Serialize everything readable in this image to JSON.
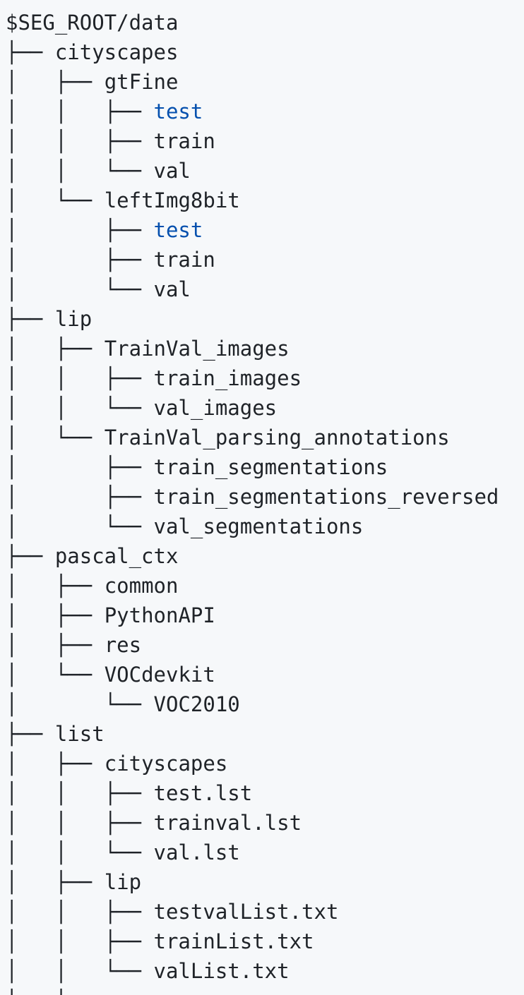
{
  "lines": [
    {
      "prefix": "",
      "name": "$SEG_ROOT/data",
      "highlight": false
    },
    {
      "prefix": "├── ",
      "name": "cityscapes",
      "highlight": false
    },
    {
      "prefix": "│   ├── ",
      "name": "gtFine",
      "highlight": false
    },
    {
      "prefix": "│   │   ├── ",
      "name": "test",
      "highlight": true
    },
    {
      "prefix": "│   │   ├── ",
      "name": "train",
      "highlight": false
    },
    {
      "prefix": "│   │   └── ",
      "name": "val",
      "highlight": false
    },
    {
      "prefix": "│   └── ",
      "name": "leftImg8bit",
      "highlight": false
    },
    {
      "prefix": "│       ├── ",
      "name": "test",
      "highlight": true
    },
    {
      "prefix": "│       ├── ",
      "name": "train",
      "highlight": false
    },
    {
      "prefix": "│       └── ",
      "name": "val",
      "highlight": false
    },
    {
      "prefix": "├── ",
      "name": "lip",
      "highlight": false
    },
    {
      "prefix": "│   ├── ",
      "name": "TrainVal_images",
      "highlight": false
    },
    {
      "prefix": "│   │   ├── ",
      "name": "train_images",
      "highlight": false
    },
    {
      "prefix": "│   │   └── ",
      "name": "val_images",
      "highlight": false
    },
    {
      "prefix": "│   └── ",
      "name": "TrainVal_parsing_annotations",
      "highlight": false
    },
    {
      "prefix": "│       ├── ",
      "name": "train_segmentations",
      "highlight": false
    },
    {
      "prefix": "│       ├── ",
      "name": "train_segmentations_reversed",
      "highlight": false
    },
    {
      "prefix": "│       └── ",
      "name": "val_segmentations",
      "highlight": false
    },
    {
      "prefix": "├── ",
      "name": "pascal_ctx",
      "highlight": false
    },
    {
      "prefix": "│   ├── ",
      "name": "common",
      "highlight": false
    },
    {
      "prefix": "│   ├── ",
      "name": "PythonAPI",
      "highlight": false
    },
    {
      "prefix": "│   ├── ",
      "name": "res",
      "highlight": false
    },
    {
      "prefix": "│   └── ",
      "name": "VOCdevkit",
      "highlight": false
    },
    {
      "prefix": "│       └── ",
      "name": "VOC2010",
      "highlight": false
    },
    {
      "prefix": "├── ",
      "name": "list",
      "highlight": false
    },
    {
      "prefix": "│   ├── ",
      "name": "cityscapes",
      "highlight": false
    },
    {
      "prefix": "│   │   ├── ",
      "name": "test.lst",
      "highlight": false
    },
    {
      "prefix": "│   │   ├── ",
      "name": "trainval.lst",
      "highlight": false
    },
    {
      "prefix": "│   │   └── ",
      "name": "val.lst",
      "highlight": false
    },
    {
      "prefix": "│   ├── ",
      "name": "lip",
      "highlight": false
    },
    {
      "prefix": "│   │   ├── ",
      "name": "testvalList.txt",
      "highlight": false
    },
    {
      "prefix": "│   │   ├── ",
      "name": "trainList.txt",
      "highlight": false
    },
    {
      "prefix": "│   │   └── ",
      "name": "valList.txt",
      "highlight": false
    },
    {
      "prefix": "│   │",
      "name": "",
      "highlight": false
    }
  ]
}
